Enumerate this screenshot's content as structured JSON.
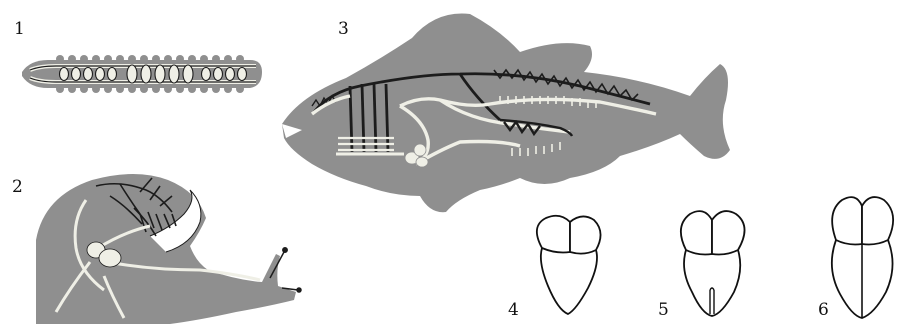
{
  "labels": {
    "worm": "1",
    "snail": "2",
    "fish": "3",
    "heart_two_chamber": "4",
    "heart_three_chamber": "5",
    "heart_four_chamber": "6"
  },
  "colors": {
    "body_fill": "#8f8f8f",
    "vessel_dark": "#1c1c1c",
    "vessel_light": "#efefe6",
    "outline": "#111111",
    "background": "#ffffff"
  }
}
